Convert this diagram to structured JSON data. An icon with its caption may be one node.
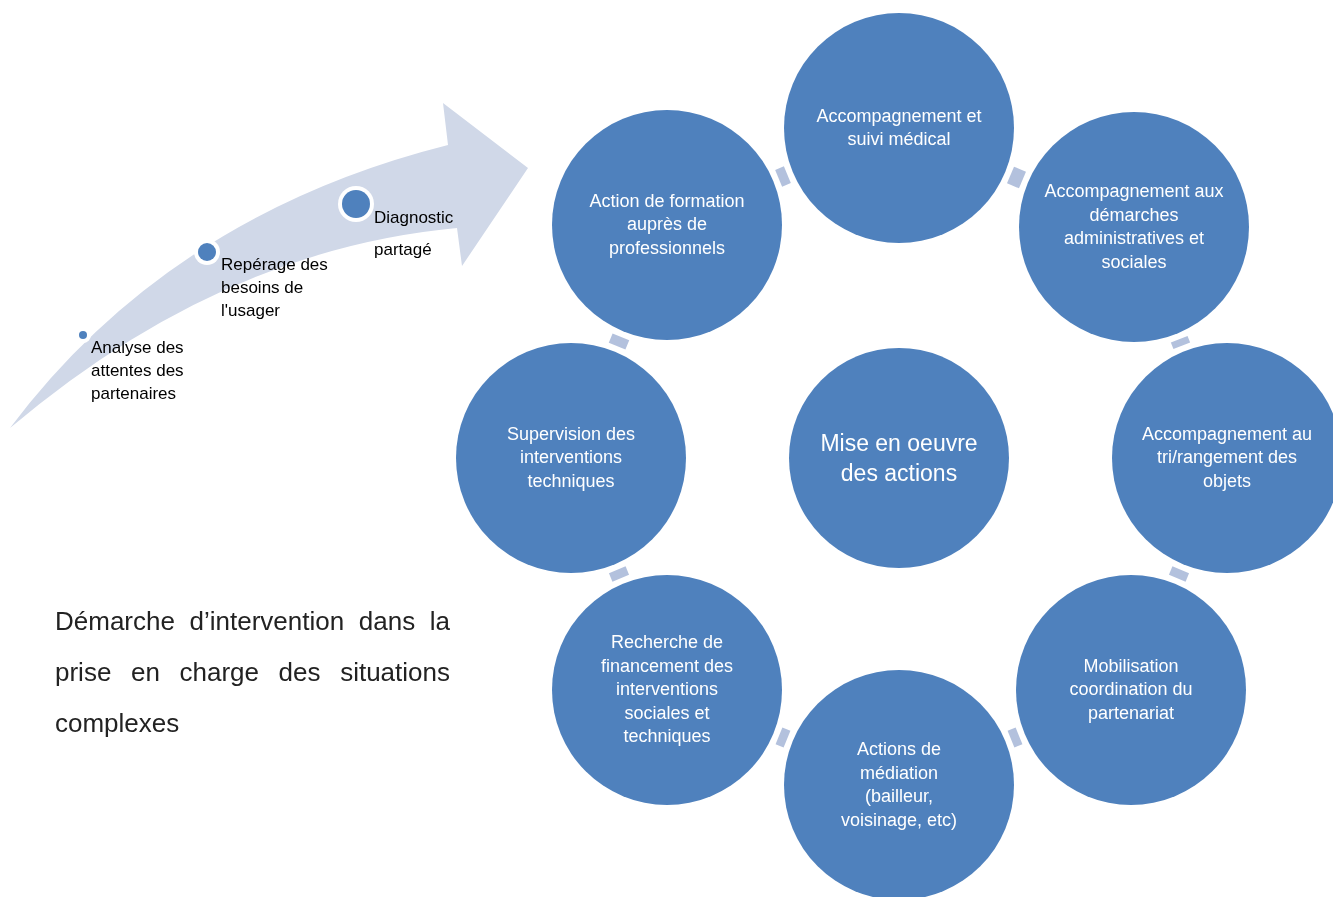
{
  "diagram": {
    "title": "Démarche d’intervention dans la prise en charge des situations complexes",
    "nodes": [
      {
        "text": [
          "Action de formation auprès de professionnels"
        ]
      },
      {
        "text": [
          "Accompagnement et suivi médical"
        ]
      },
      {
        "text": [
          "Accompagnement aux démarches administratives et sociales"
        ]
      },
      {
        "text": [
          "Accompagnement au tri/rangement des objets"
        ]
      },
      {
        "text": [
          "Mobilisation coordination du partenariat"
        ]
      },
      {
        "text": [
          "Actions de médiation (bailleur, voisinage, etc)"
        ]
      },
      {
        "text": [
          "Recherche de financement des interventions sociales et techniques"
        ]
      },
      {
        "text": [
          "Supervision des interventions techniques"
        ]
      },
      {
        "text": [
          "Mise en oeuvre des actions"
        ]
      }
    ],
    "edges": [
      {
        "from": 0,
        "to": 1,
        "arrow": "none"
      },
      {
        "from": 1,
        "to": 2,
        "arrow": "none"
      },
      {
        "from": 2,
        "to": 3,
        "arrow": "none"
      },
      {
        "from": 3,
        "to": 4,
        "arrow": "none"
      },
      {
        "from": 4,
        "to": 5,
        "arrow": "none"
      },
      {
        "from": 5,
        "to": 6,
        "arrow": "none"
      },
      {
        "from": 6,
        "to": 7,
        "arrow": "none"
      },
      {
        "from": 7,
        "to": 0,
        "arrow": "none"
      }
    ],
    "labels": [
      "Diagnostic partagé",
      "Repérage des besoins de l'usager",
      "Analyse des attentes des partenaires"
    ]
  }
}
